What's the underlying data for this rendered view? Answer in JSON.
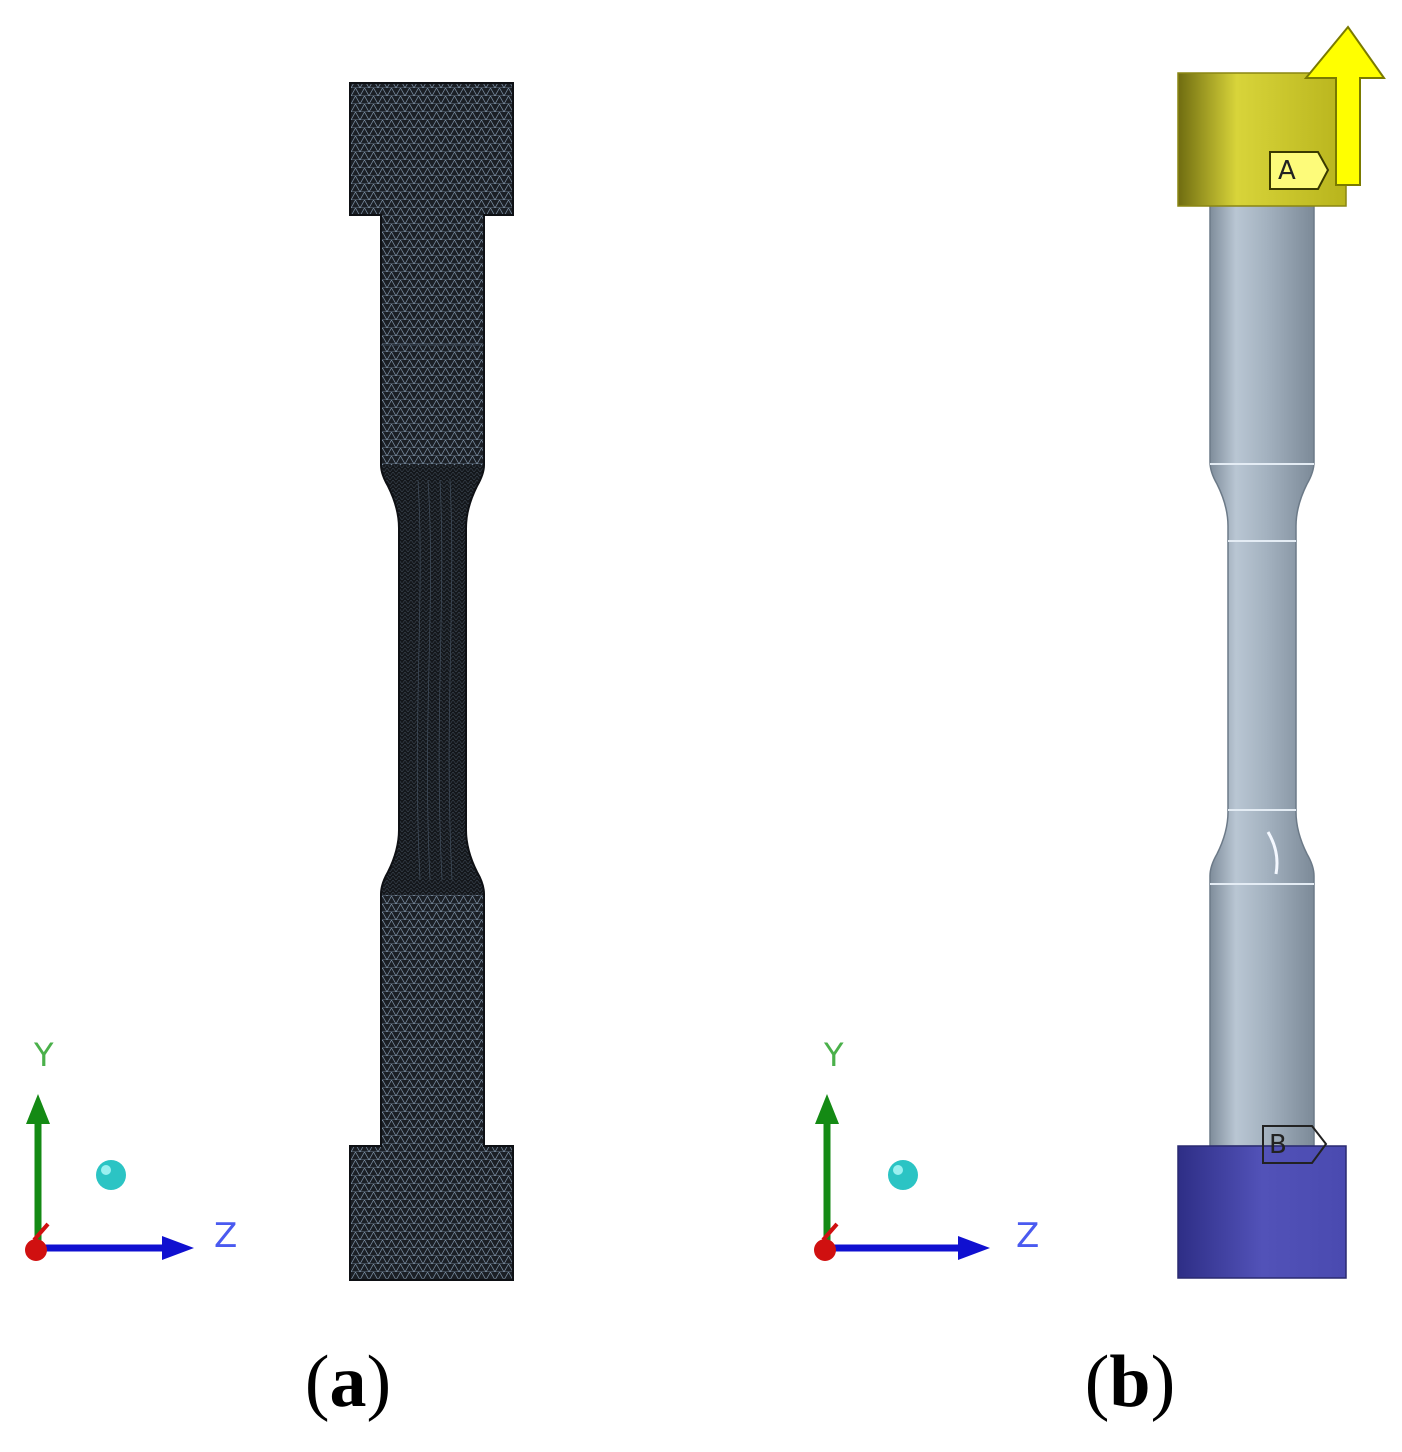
{
  "panels": [
    {
      "id": "a",
      "caption_open": "(",
      "caption_letter": "a",
      "caption_close": ")",
      "triad": {
        "y_label": "Y",
        "z_label": "Z"
      }
    },
    {
      "id": "b",
      "caption_open": "(",
      "caption_letter": "b",
      "caption_close": ")",
      "triad": {
        "y_label": "Y",
        "z_label": "Z"
      },
      "boundary_tags": {
        "top": "A",
        "bottom": "B"
      }
    }
  ],
  "colors": {
    "mesh_dark": "#1c2026",
    "mesh_line": "#8fa0b3",
    "body_gray": "#a7b4c2",
    "grip_top_yellow": "#c8c41e",
    "arrow_yellow": "#ffff00",
    "grip_bottom_blue": "#4a4ab0",
    "axis_y_green": "#148a14",
    "axis_z_blue": "#1010d0",
    "axis_x_red": "#d01010",
    "origin_sphere_cyan": "#2bc4c4"
  }
}
